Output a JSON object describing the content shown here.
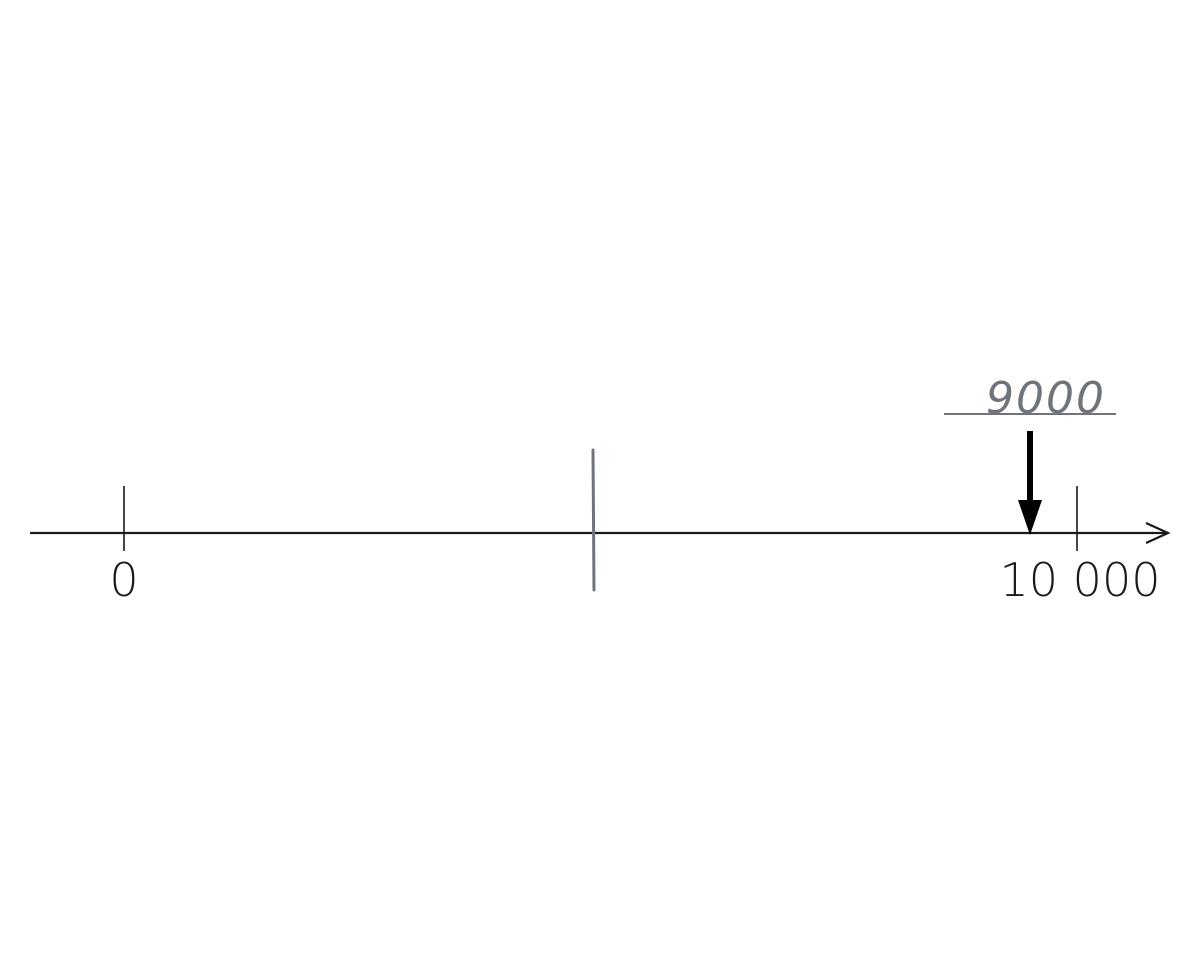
{
  "number_line": {
    "start_label": "0",
    "end_label": "10 000",
    "start_value": 0,
    "end_value": 10000,
    "midpoint_mark_value": 5000,
    "arrow_pointer_value": 9000,
    "handwritten_answer": "9000"
  },
  "colors": {
    "axis": "#1a1a1a",
    "pencil": "#6f747a",
    "arrow": "#000000"
  }
}
